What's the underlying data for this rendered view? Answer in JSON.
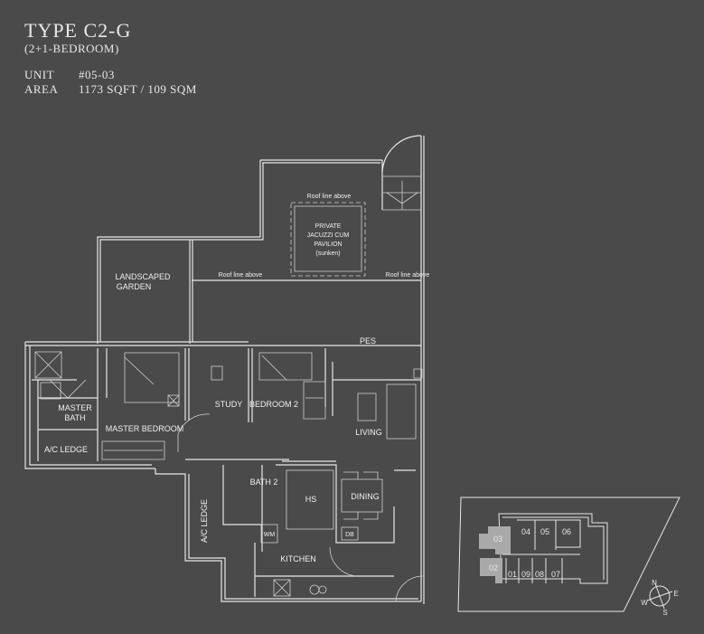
{
  "header": {
    "title": "TYPE C2-G",
    "subtitle": "(2+1-BEDROOM)",
    "unit_label": "UNIT",
    "unit_value": "#05-03",
    "area_label": "AREA",
    "area_value": "1173 SQFT / 109 SQM"
  },
  "plan": {
    "roof_line": "Roof line above",
    "pavilion": [
      "PRIVATE",
      "JACUZZI CUM",
      "PAVILION",
      "(sunken)"
    ],
    "landscaped_garden": [
      "LANDSCAPED",
      "GARDEN"
    ],
    "pes": "PES",
    "master_bath": [
      "MASTER",
      "BATH"
    ],
    "master_bedroom": "MASTER BEDROOM",
    "study": "STUDY",
    "bedroom2": "BEDROOM 2",
    "living": "LIVING",
    "ac_ledge": "A/C LEDGE",
    "bath2": "BATH 2",
    "hs": "HS",
    "dining": "DINING",
    "wm": "WM",
    "db": "DB",
    "kitchen": "KITCHEN"
  },
  "key_plan": {
    "units": [
      "03",
      "04",
      "05",
      "06",
      "02",
      "01",
      "09",
      "08",
      "07"
    ],
    "highlighted": [
      "03",
      "02"
    ],
    "compass": {
      "n": "N",
      "e": "E",
      "s": "S",
      "w": "W"
    }
  }
}
